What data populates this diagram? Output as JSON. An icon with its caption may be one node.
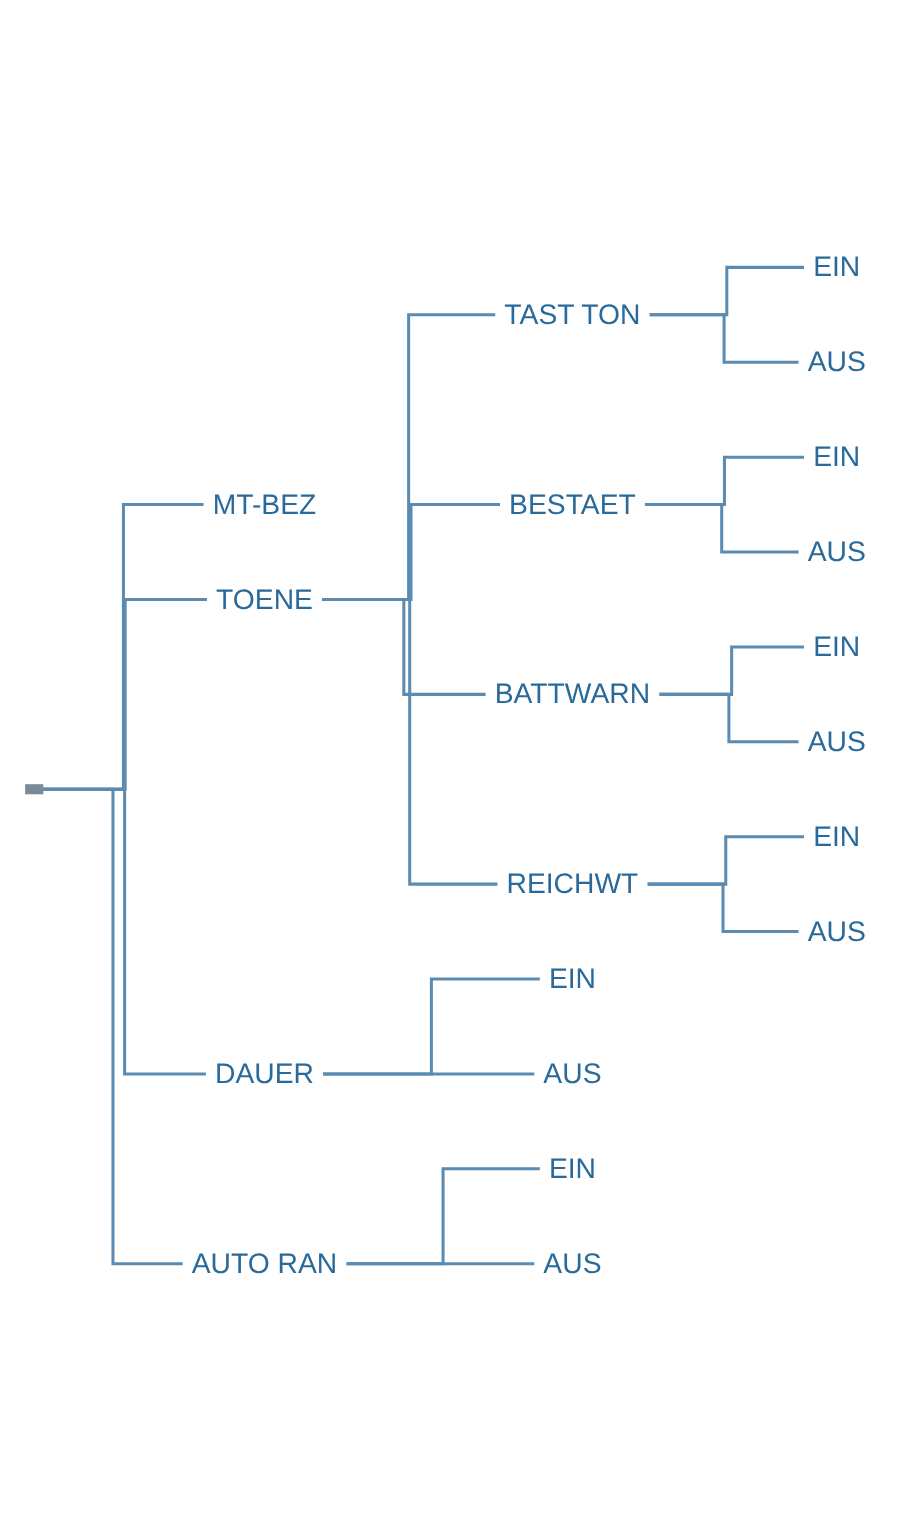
{
  "diagram": {
    "nodes": [
      {
        "text": [],
        "shape": "bar"
      },
      {
        "text": [
          "MT-BEZ"
        ]
      },
      {
        "text": [
          "TOENE"
        ]
      },
      {
        "text": [
          "TAST TON"
        ]
      },
      {
        "text": [
          "EIN"
        ]
      },
      {
        "text": [
          "AUS"
        ]
      },
      {
        "text": [
          "BESTAET"
        ]
      },
      {
        "text": [
          "EIN"
        ]
      },
      {
        "text": [
          "AUS"
        ]
      },
      {
        "text": [
          "BATTWARN"
        ]
      },
      {
        "text": [
          "EIN"
        ]
      },
      {
        "text": [
          "AUS"
        ]
      },
      {
        "text": [
          "REICHWT"
        ]
      },
      {
        "text": [
          "EIN"
        ]
      },
      {
        "text": [
          "AUS"
        ]
      },
      {
        "text": [
          "DAUER"
        ]
      },
      {
        "text": [
          "EIN"
        ]
      },
      {
        "text": [
          "AUS"
        ]
      },
      {
        "text": [
          "AUTO RAN"
        ]
      },
      {
        "text": [
          "EIN"
        ]
      },
      {
        "text": [
          "AUS"
        ]
      }
    ],
    "edges": [
      {
        "from": 0,
        "to": 1,
        "arrow": "none"
      },
      {
        "from": 0,
        "to": 2,
        "arrow": "none"
      },
      {
        "from": 0,
        "to": 15,
        "arrow": "none"
      },
      {
        "from": 0,
        "to": 18,
        "arrow": "none"
      },
      {
        "from": 2,
        "to": 3,
        "arrow": "none"
      },
      {
        "from": 2,
        "to": 6,
        "arrow": "none"
      },
      {
        "from": 2,
        "to": 9,
        "arrow": "none"
      },
      {
        "from": 2,
        "to": 12,
        "arrow": "none"
      },
      {
        "from": 3,
        "to": 4,
        "arrow": "none"
      },
      {
        "from": 3,
        "to": 5,
        "arrow": "none"
      },
      {
        "from": 6,
        "to": 7,
        "arrow": "none"
      },
      {
        "from": 6,
        "to": 8,
        "arrow": "none"
      },
      {
        "from": 9,
        "to": 10,
        "arrow": "none"
      },
      {
        "from": 9,
        "to": 11,
        "arrow": "none"
      },
      {
        "from": 12,
        "to": 13,
        "arrow": "none"
      },
      {
        "from": 12,
        "to": 14,
        "arrow": "none"
      },
      {
        "from": 15,
        "to": 16,
        "arrow": "none"
      },
      {
        "from": 15,
        "to": 17,
        "arrow": "none"
      },
      {
        "from": 18,
        "to": 19,
        "arrow": "none"
      },
      {
        "from": 18,
        "to": 20,
        "arrow": "none"
      }
    ]
  }
}
